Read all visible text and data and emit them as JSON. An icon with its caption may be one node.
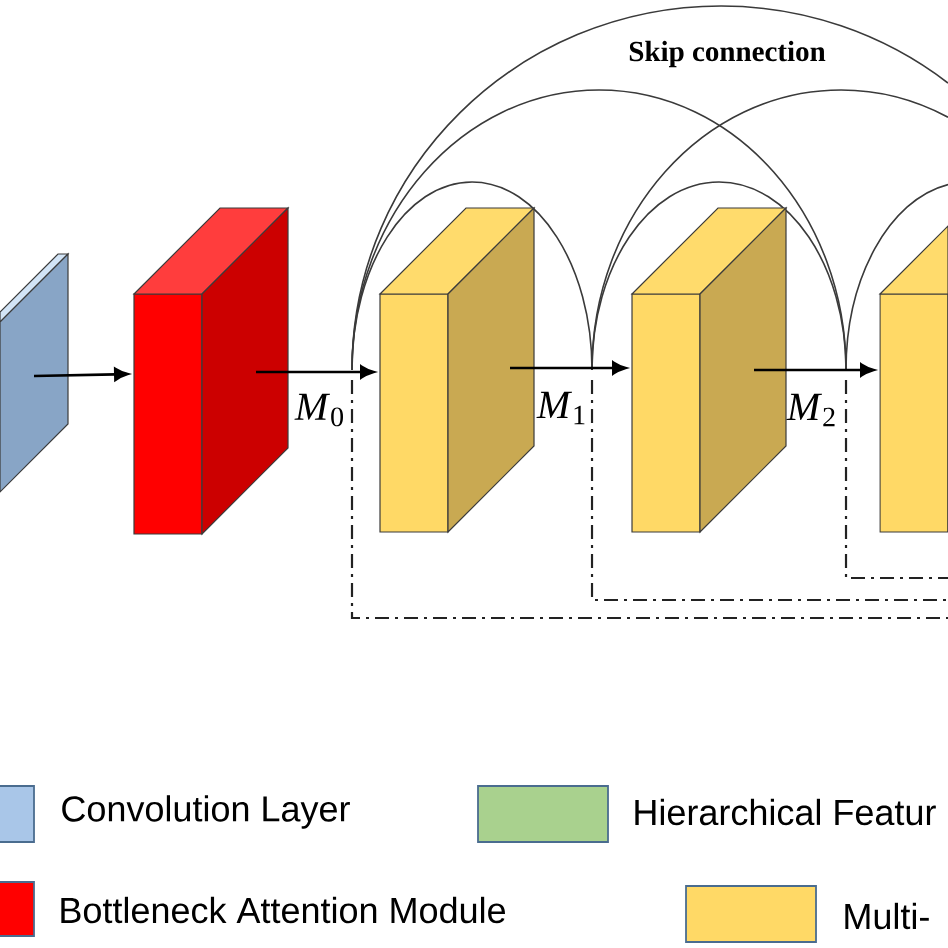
{
  "diagram": {
    "nodes": [
      {
        "text": [],
        "shape": "box"
      },
      {
        "text": [],
        "shape": "box"
      },
      {
        "text": [],
        "shape": "box"
      },
      {
        "text": [],
        "shape": "box"
      },
      {
        "text": [],
        "shape": "box"
      }
    ],
    "edges": [
      {
        "from": 0,
        "to": 1,
        "arrow": "to"
      },
      {
        "from": 1,
        "to": 2,
        "arrow": "to",
        "label": "*M*$_{0}$"
      },
      {
        "from": 2,
        "to": 3,
        "arrow": "to",
        "label": "*M*$_{1}$"
      },
      {
        "from": 3,
        "to": 4,
        "arrow": "to",
        "label": "*M*$_{2}$"
      }
    ],
    "labels": [
      "Skip connection"
    ],
    "legend": [
      {
        "text": "Convolution Layer",
        "color": "#a9c6e8"
      },
      {
        "text": "Hierarchical Featur",
        "color": "#a9d18e"
      },
      {
        "text": "Bottleneck Attention Module",
        "color": "#ff0000"
      },
      {
        "text": "Multi-",
        "color": "#ffd966"
      }
    ]
  }
}
